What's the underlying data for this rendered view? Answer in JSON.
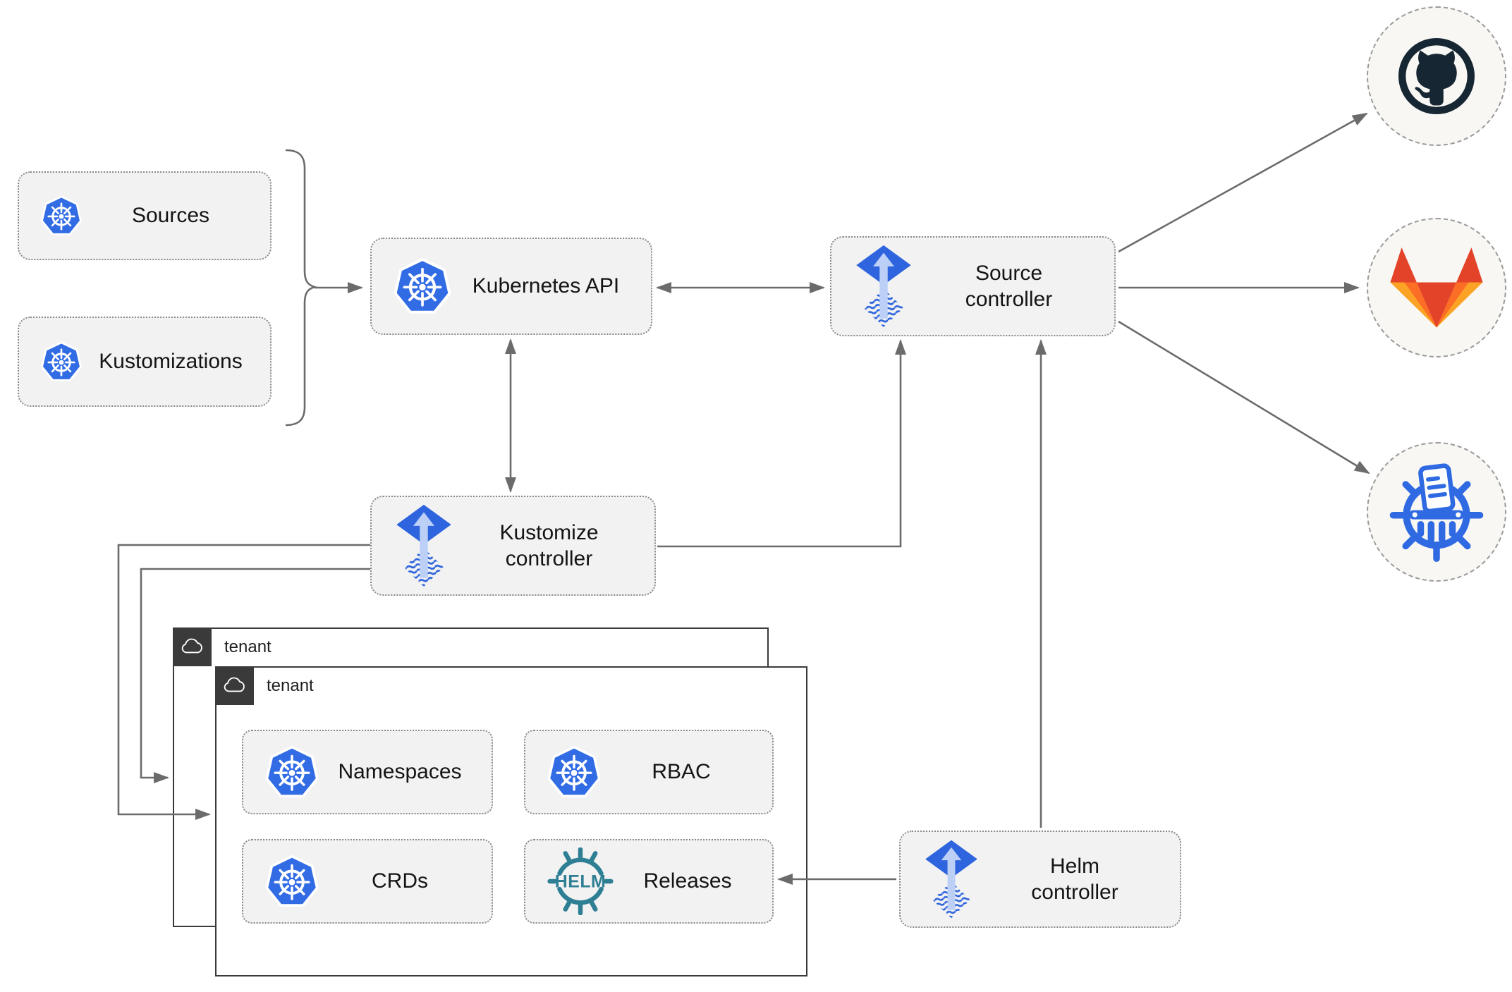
{
  "diagram": {
    "kind": "flux-gitops-architecture",
    "nodes": {
      "sources": {
        "label": "Sources",
        "icon": "kubernetes-icon"
      },
      "kustomizations": {
        "label": "Kustomizations",
        "icon": "kubernetes-icon"
      },
      "kubernetes_api": {
        "label": "Kubernetes API",
        "icon": "kubernetes-icon"
      },
      "source_controller": {
        "label": "Source controller",
        "icon": "flux-icon"
      },
      "kustomize_controller": {
        "label": "Kustomize controller",
        "icon": "flux-icon"
      },
      "helm_controller": {
        "label": "Helm controller",
        "icon": "flux-icon"
      },
      "tenant_outer": {
        "label": "tenant",
        "icon": "cloud-icon"
      },
      "tenant_inner": {
        "label": "tenant",
        "icon": "cloud-icon"
      },
      "namespaces": {
        "label": "Namespaces",
        "icon": "kubernetes-icon"
      },
      "rbac": {
        "label": "RBAC",
        "icon": "kubernetes-icon"
      },
      "crds": {
        "label": "CRDs",
        "icon": "kubernetes-icon"
      },
      "releases": {
        "label": "Releases",
        "icon": "helm-wheel-icon",
        "helm_wordmark": "HELM"
      },
      "github": {
        "icon": "github-octocat-icon"
      },
      "gitlab": {
        "icon": "gitlab-tanuki-icon"
      },
      "helm_repository": {
        "icon": "chartmuseum-helm-repository-icon"
      }
    },
    "edges": [
      {
        "from": "sources / kustomizations",
        "to": "kubernetes_api",
        "type": "brace-arrow"
      },
      {
        "from": "kubernetes_api",
        "to": "source_controller",
        "type": "bidirectional"
      },
      {
        "from": "kubernetes_api",
        "to": "kustomize_controller",
        "type": "bidirectional"
      },
      {
        "from": "kustomize_controller",
        "to": "source_controller",
        "type": "arrow"
      },
      {
        "from": "kustomize_controller",
        "to": "tenant_inner",
        "type": "arrow"
      },
      {
        "from": "kustomize_controller",
        "to": "tenant_outer",
        "type": "arrow"
      },
      {
        "from": "helm_controller",
        "to": "source_controller",
        "type": "arrow"
      },
      {
        "from": "helm_controller",
        "to": "releases",
        "type": "arrow"
      },
      {
        "from": "source_controller",
        "to": "github",
        "type": "arrow"
      },
      {
        "from": "source_controller",
        "to": "gitlab",
        "type": "arrow"
      },
      {
        "from": "source_controller",
        "to": "helm_repository",
        "type": "arrow"
      }
    ],
    "colors": {
      "kubernetes_blue": "#326CE5",
      "flux_blue": "#2E64DD",
      "flux_arrow_light": "#BCD0F7",
      "helm_teal": "#2E7F93",
      "chartmuseum_blue": "#2F6AE3",
      "github_dark": "#172633",
      "gitlab_red": "#E24329",
      "gitlab_orange": "#FC6D26",
      "gitlab_light_orange": "#FCA326",
      "connector_gray": "#6B6B6B",
      "node_background": "#F2F2F3",
      "tenant_tab_dark": "#3A3A3A"
    }
  }
}
